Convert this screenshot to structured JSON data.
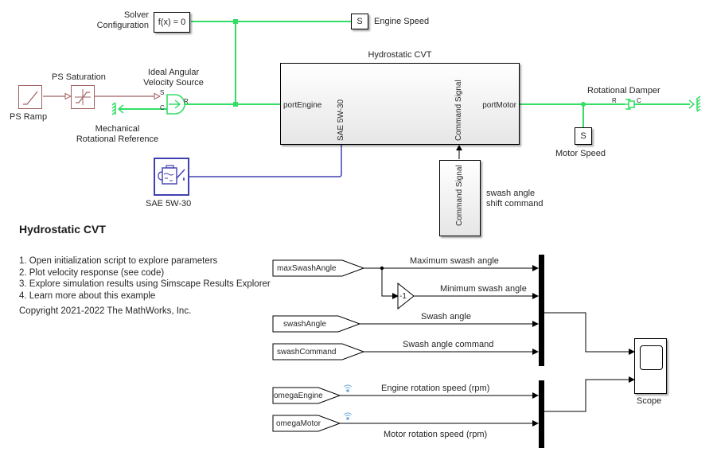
{
  "colors": {
    "mechanical": "#33dd66",
    "physical_signal": "#a06060",
    "hydraulic": "#4040b0",
    "signal": "#000000",
    "wireless": "#6aa6d8"
  },
  "blocks": {
    "solver": {
      "label_line1": "Solver",
      "label_line2": "Configuration",
      "content": "f(x) = 0"
    },
    "engine_speed": {
      "content": "S",
      "label": "Engine Speed"
    },
    "ps_ramp": {
      "label": "PS Ramp",
      "icon": "ramp-icon"
    },
    "ps_saturation": {
      "label": "PS Saturation",
      "icon": "saturation-icon"
    },
    "ideal_source": {
      "label_line1": "Ideal Angular",
      "label_line2": "Velocity Source",
      "port_s": "S",
      "port_c": "C",
      "port_r": "R"
    },
    "mech_ref": {
      "label_line1": "Mechanical",
      "label_line2": "Rotational Reference"
    },
    "cvt": {
      "title": "Hydrostatic CVT",
      "port_engine": "portEngine",
      "port_motor": "portMotor",
      "port_fluid": "SAE 5W-30",
      "port_cmd": "Command Signal"
    },
    "fluid": {
      "label": "SAE 5W-30",
      "icon": "oil-can-icon"
    },
    "command_signal": {
      "content": "Command Signal",
      "annotation_line1": "swash angle",
      "annotation_line2": "shift command"
    },
    "damper": {
      "label": "Rotational Damper",
      "port_r": "R",
      "port_c": "C"
    },
    "motor_speed": {
      "content": "S",
      "label": "Motor Speed"
    },
    "gain": {
      "content": "-1"
    },
    "scope": {
      "label": "Scope"
    }
  },
  "gotos": [
    {
      "name": "maxSwashAngle"
    },
    {
      "name": "swashAngle"
    },
    {
      "name": "swashCommand"
    },
    {
      "name": "omegaEngine"
    },
    {
      "name": "omegaMotor"
    }
  ],
  "signals": {
    "max": "Maximum swash angle",
    "min": "Minimum swash angle",
    "swash": "Swash angle",
    "cmd": "Swash angle command",
    "engine": "Engine rotation speed (rpm)",
    "motor": "Motor rotation speed (rpm)"
  },
  "annotation": {
    "title": "Hydrostatic CVT",
    "steps": [
      "1. Open initialization script to explore parameters",
      "2. Plot velocity response (see code)",
      "3. Explore simulation results using Simscape Results Explorer",
      "4. Learn more about this example"
    ],
    "copyright": "Copyright 2021-2022 The MathWorks, Inc."
  }
}
